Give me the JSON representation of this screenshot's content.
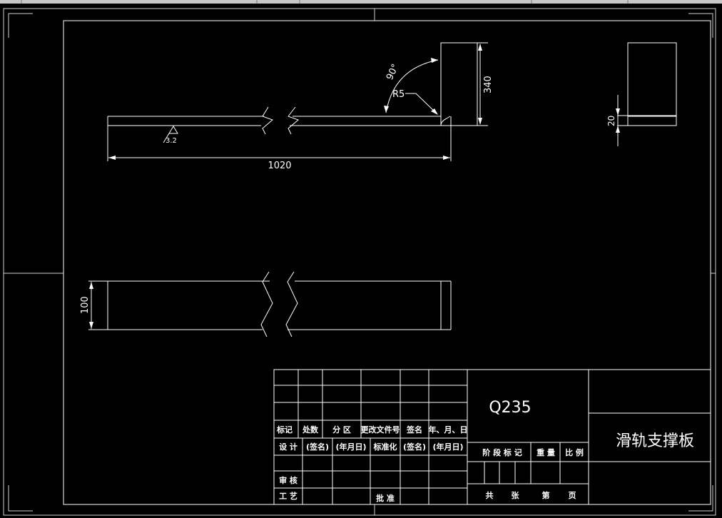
{
  "drawing": {
    "dim_length": "1020",
    "dim_height": "340",
    "dim_width": "100",
    "dim_thickness": "20",
    "angle": "90°",
    "radius": "R5",
    "roughness": "3.2"
  },
  "title_block": {
    "material": "Q235",
    "part_name": "滑轨支撑板",
    "row_headers": [
      "标记",
      "处数",
      "分 区",
      "更改文件号",
      "签名",
      "年、月、日"
    ],
    "design_row": [
      "设 计",
      "(签名)",
      "(年月日)",
      "标准化",
      "(签名)",
      "(年月日)"
    ],
    "stage_labels": [
      "阶 段 标 记",
      "重 量",
      "比 例"
    ],
    "review": "审 核",
    "process": "工 艺",
    "approve": "批 准",
    "sheet_total": "共",
    "sheet_unit": "张",
    "sheet_no": "第",
    "sheet_page": "页"
  }
}
